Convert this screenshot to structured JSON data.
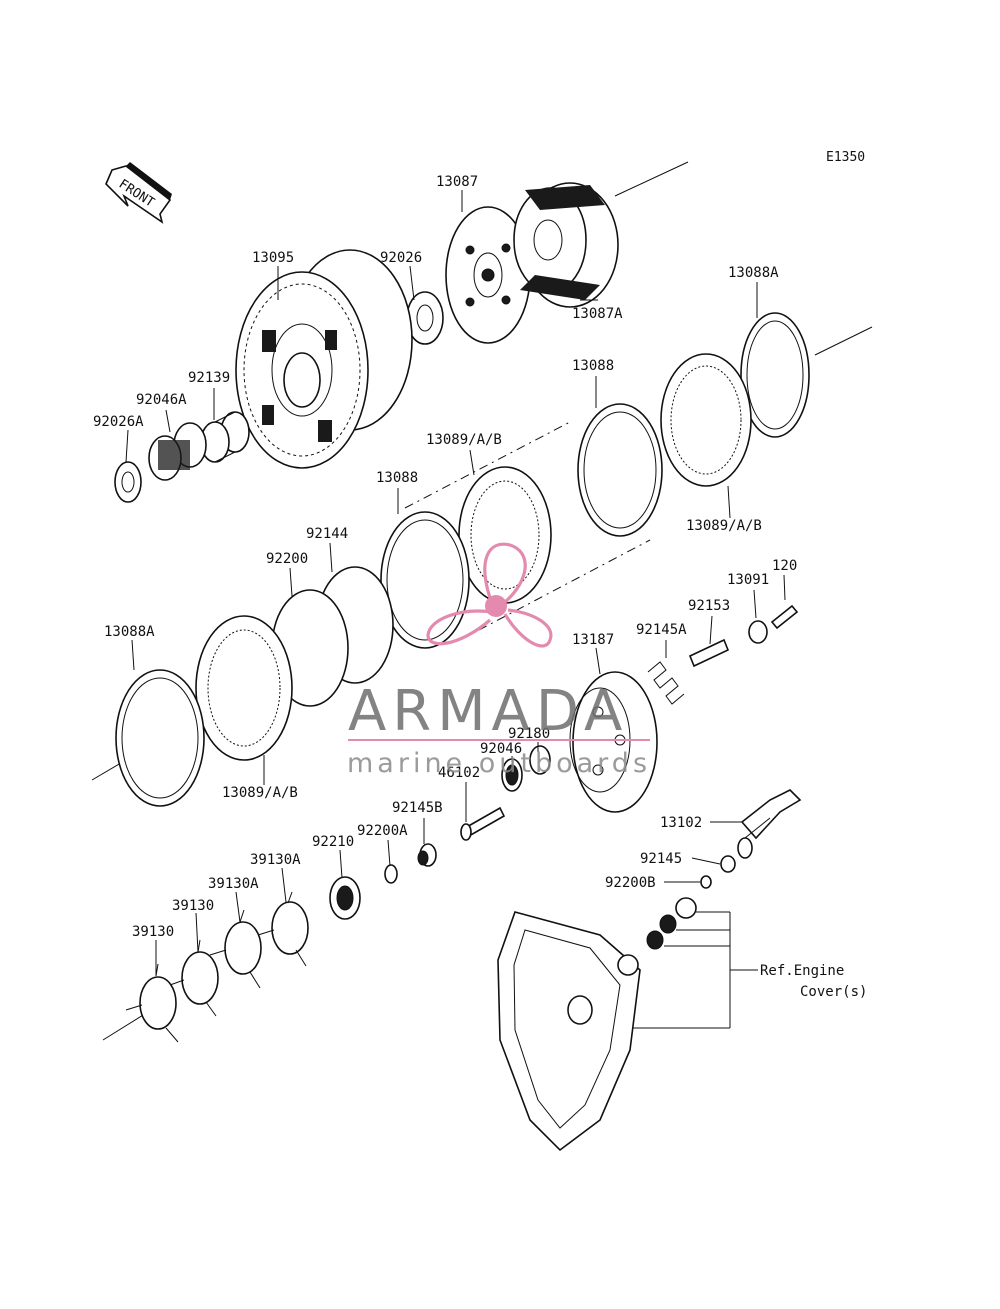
{
  "diagram_code": "E1350",
  "front_arrow_label": "FRONT",
  "watermark": {
    "brand": "ARMADA",
    "tagline": "marine outboards"
  },
  "labels": {
    "p13087": "13087",
    "p13087A": "13087A",
    "p92026": "92026",
    "p13095": "13095",
    "p13088A_top": "13088A",
    "p92139": "92139",
    "p92046A": "92046A",
    "p92026A": "92026A",
    "p13088_top": "13088",
    "p13089_mid": "13089/A/B",
    "p13089_right": "13089/A/B",
    "p13088_mid": "13088",
    "p92144": "92144",
    "p92200": "92200",
    "p120": "120",
    "p13091": "13091",
    "p92153": "92153",
    "p92145A": "92145A",
    "p13187": "13187",
    "p13088A_bottom": "13088A",
    "p13089_bottom": "13089/A/B",
    "p92180": "92180",
    "p92046": "92046",
    "p46102": "46102",
    "p92145B": "92145B",
    "p92200A": "92200A",
    "p92210": "92210",
    "p39130A_1": "39130A",
    "p39130A_2": "39130A",
    "p39130_1": "39130",
    "p39130_2": "39130",
    "p13102": "13102",
    "p92145": "92145",
    "p92200B": "92200B",
    "ref_line1": "Ref.Engine",
    "ref_line2": "Cover(s)"
  }
}
